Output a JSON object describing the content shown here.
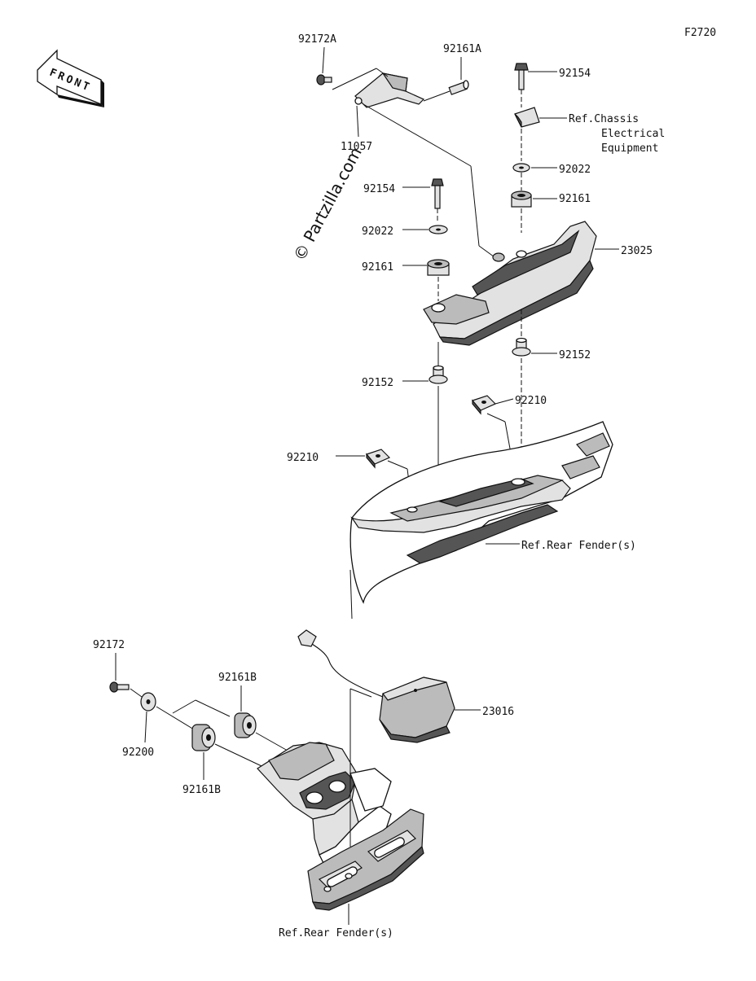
{
  "figure_code": "F2720",
  "watermark": "© Partzilla.com",
  "front_label": "FRONT",
  "labels": {
    "p92172A": "92172A",
    "p92161A": "92161A",
    "p11057": "11057",
    "p92154_top": "92154",
    "ref_chassis_1": "Ref.Chassis",
    "ref_chassis_2": "Electrical",
    "ref_chassis_3": "Equipment",
    "p92022_right": "92022",
    "p92161_right": "92161",
    "p92154_left": "92154",
    "p92022_left": "92022",
    "p92161_left": "92161",
    "p23025": "23025",
    "p92152_right": "92152",
    "p92152_left": "92152",
    "p92210_right": "92210",
    "p92210_left": "92210",
    "ref_rear_fender_1": "Ref.Rear Fender(s)",
    "p92172": "92172",
    "p92161B_top": "92161B",
    "p23016": "23016",
    "p92200": "92200",
    "p92161B_bottom": "92161B",
    "ref_rear_fender_2": "Ref.Rear Fender(s)"
  },
  "colors": {
    "ink": "#111111",
    "paper": "#ffffff",
    "shade_dark": "#555555",
    "shade_mid": "#bbbbbb"
  }
}
